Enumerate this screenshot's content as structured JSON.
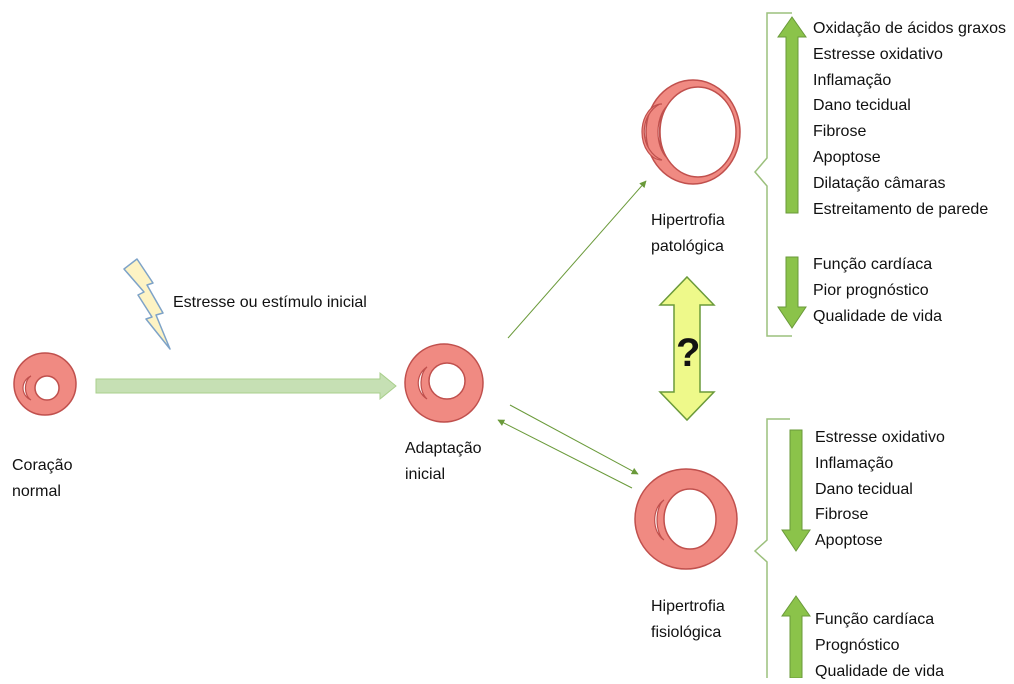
{
  "colors": {
    "heart_fill": "#f08a82",
    "heart_stroke": "#c0504d",
    "arrow_green": "#8bc34a",
    "arrow_green_dark": "#6a9a3a",
    "main_arrow": "#c6e0b4",
    "bolt_fill": "#fdf3c4",
    "bolt_stroke": "#7ea3c8",
    "question_fill": "#eef98a",
    "bracket": "#9cc07d"
  },
  "labels": {
    "normal_heart": [
      "Coração",
      "normal"
    ],
    "stimulus": "Estresse ou estímulo inicial",
    "initial_adaptation": [
      "Adaptação",
      "inicial"
    ],
    "pathological": [
      "Hipertrofia",
      "patológica"
    ],
    "physiological": [
      "Hipertrofia",
      "fisiológica"
    ],
    "question_mark": "?"
  },
  "pathological": {
    "increased": [
      "Oxidação de ácidos graxos",
      "Estresse oxidativo",
      "Inflamação",
      "Dano tecidual",
      "Fibrose",
      "Apoptose",
      "Dilatação câmaras",
      "Estreitamento de parede"
    ],
    "decreased": [
      "Função cardíaca",
      "Pior prognóstico",
      "Qualidade de vida"
    ]
  },
  "physiological": {
    "decreased": [
      "Estresse oxidativo",
      "Inflamação",
      "Dano tecidual",
      "Fibrose",
      "Apoptose"
    ],
    "increased": [
      "Função cardíaca",
      "Prognóstico",
      "Qualidade de vida"
    ]
  },
  "icons": {
    "bolt": "lightning-bolt-icon",
    "up": "arrow-up-icon",
    "down": "arrow-down-icon",
    "double": "double-arrow-icon"
  }
}
